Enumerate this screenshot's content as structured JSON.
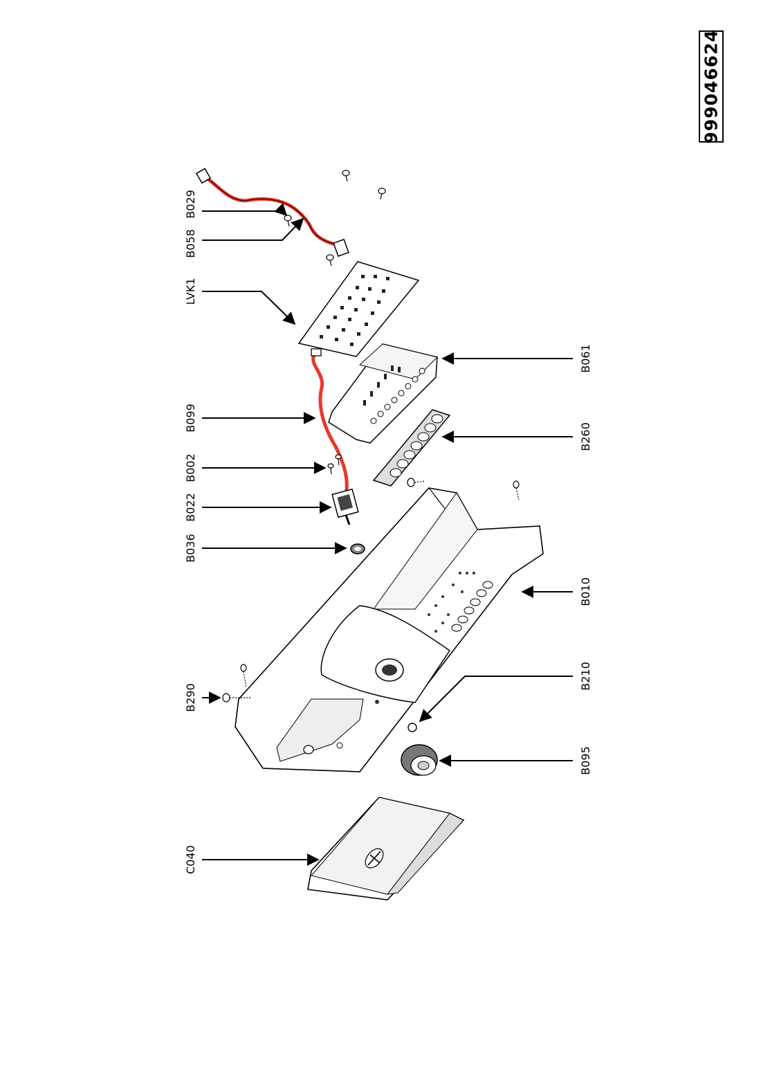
{
  "document": {
    "number": "999046624"
  },
  "colors": {
    "line": "#000000",
    "wire": "#e8372c",
    "fill": "#ffffff",
    "shade": "#e6e6e6",
    "dark": "#333333"
  },
  "callouts": {
    "B029": "B029",
    "B058": "B058",
    "LVK1": "LVK1",
    "B099": "B099",
    "B002": "B002",
    "B022": "B022",
    "B036": "B036",
    "B290": "B290",
    "C040": "C040",
    "B061": "B061",
    "B260": "B260",
    "B010": "B010",
    "B210": "B210",
    "B095": "B095"
  }
}
